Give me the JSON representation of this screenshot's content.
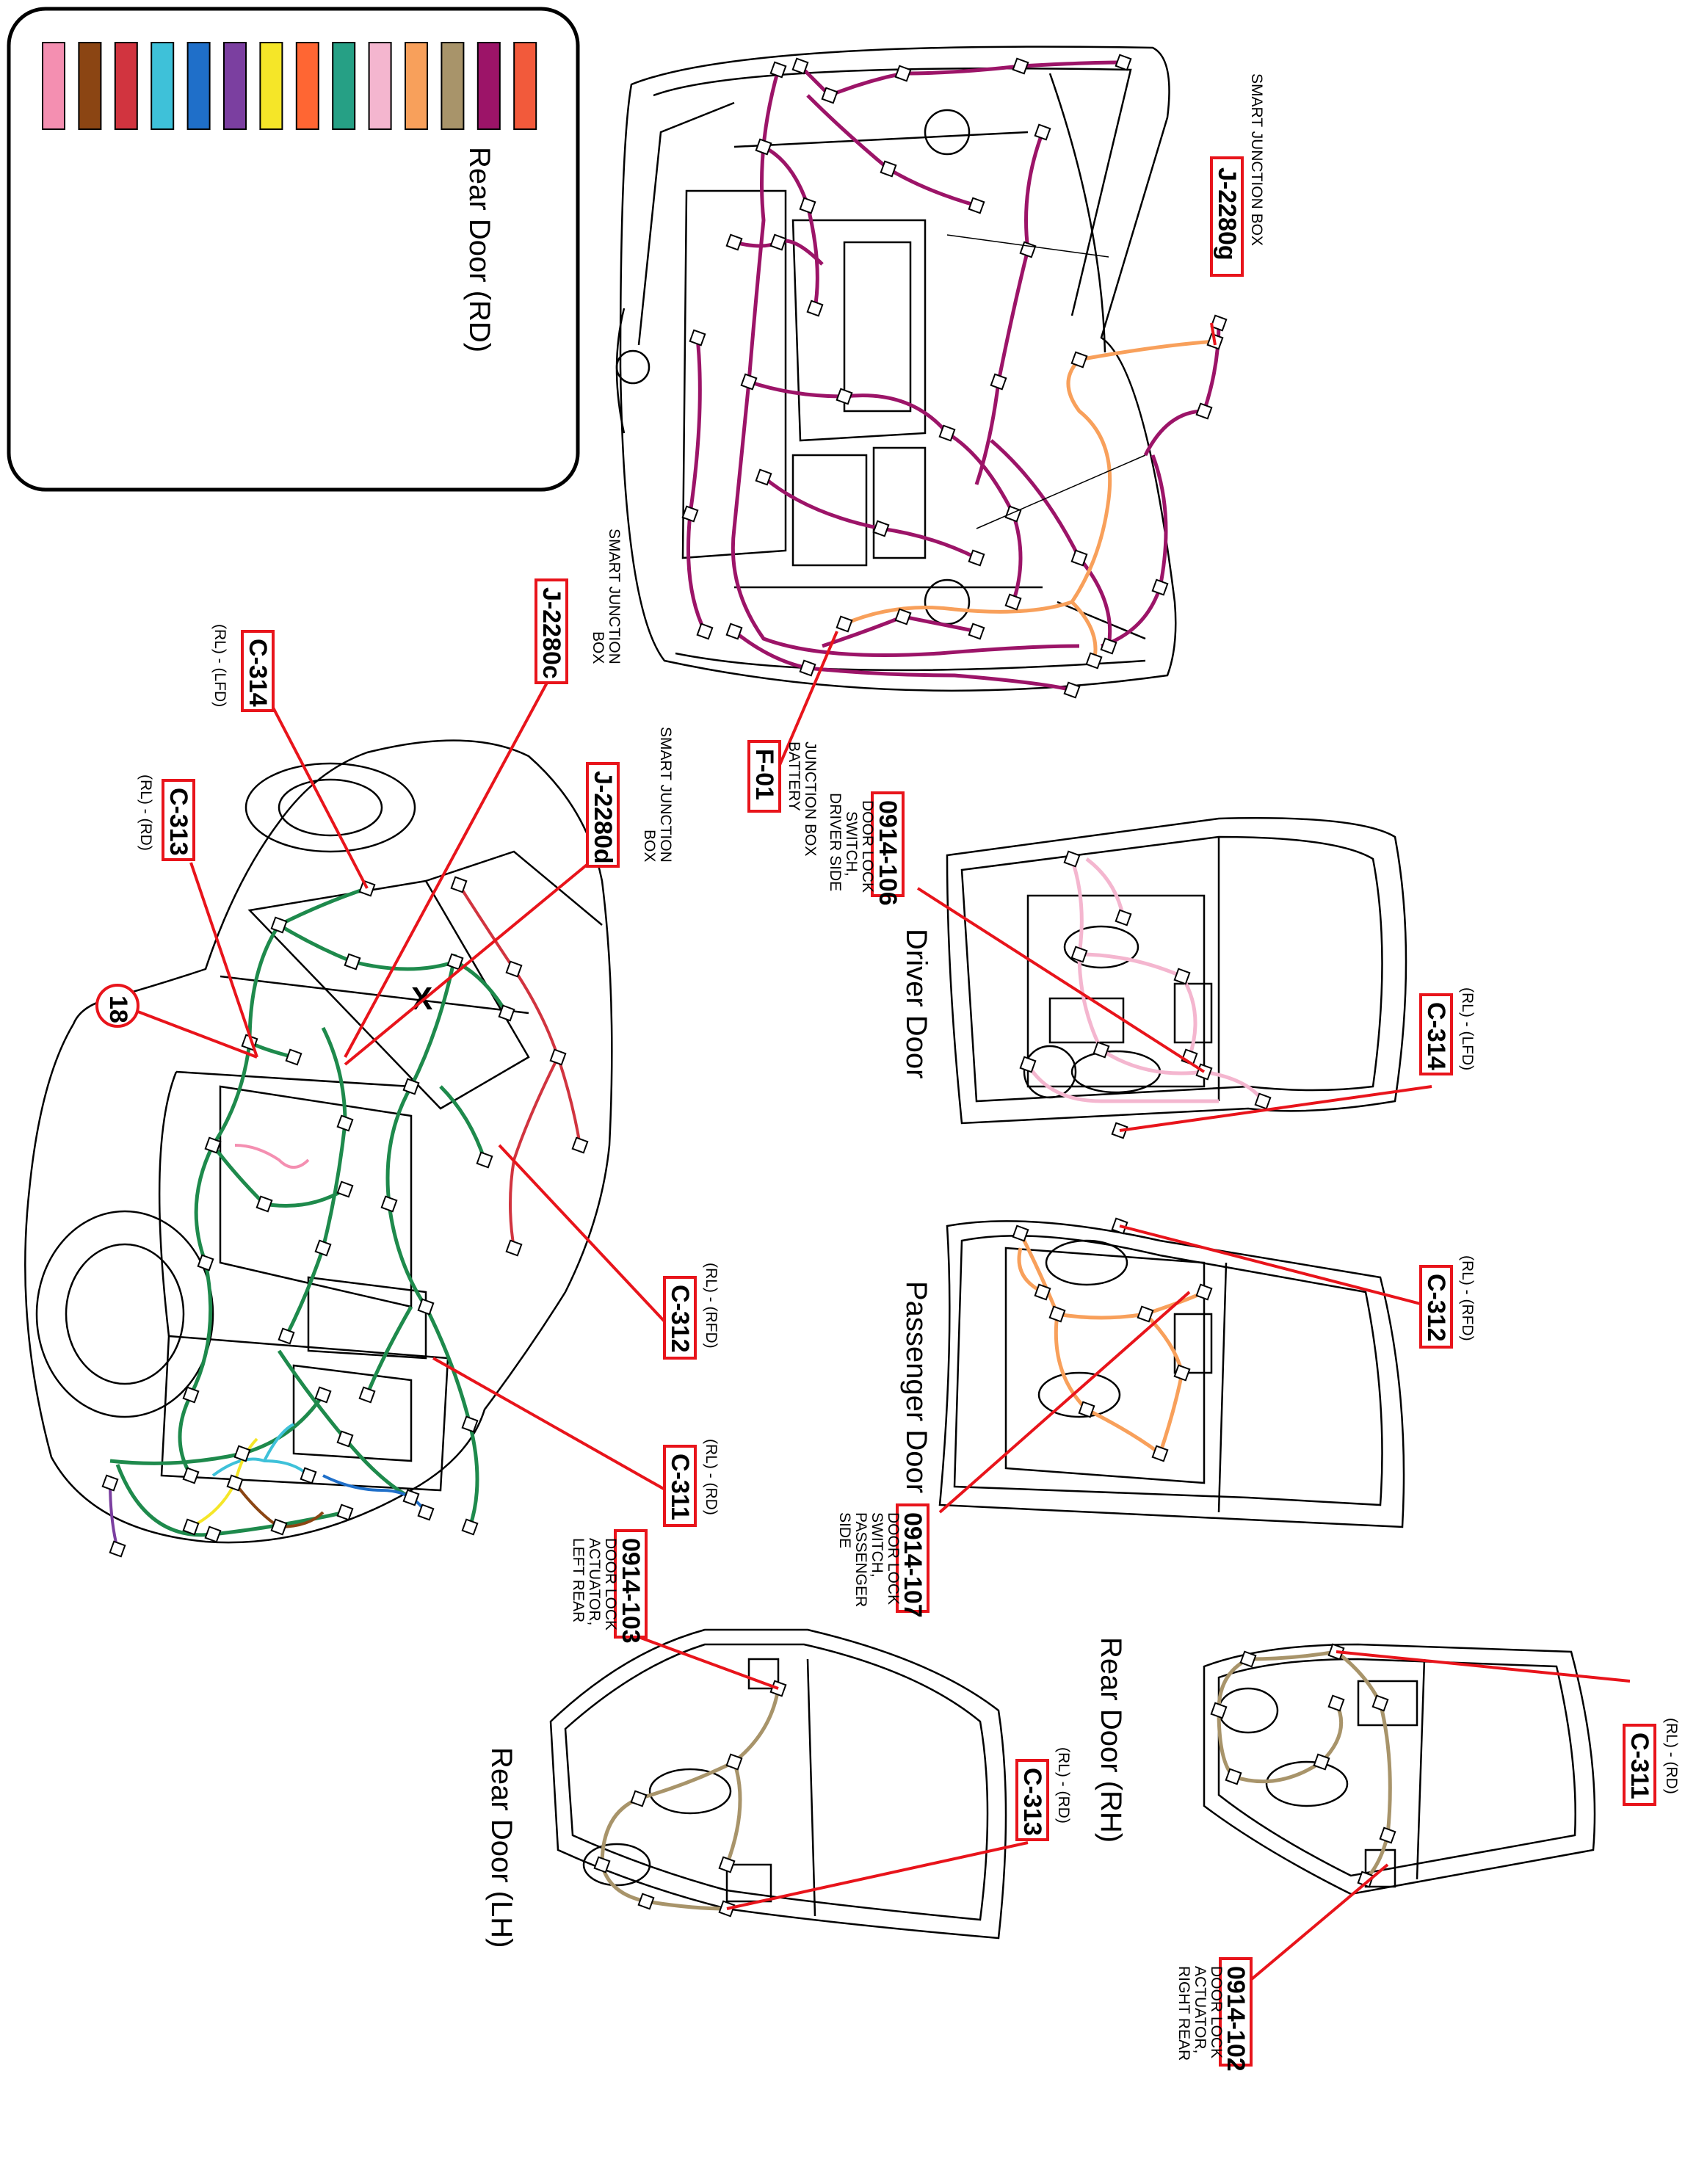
{
  "legend": {
    "swatches": [
      "#f48fb1",
      "#8b4513",
      "#d1343f",
      "#3ec1d9",
      "#1f6fc9",
      "#7b3fa0",
      "#f5e628",
      "#ff6633",
      "#26a085",
      "#f4b6cf",
      "#f8a05b",
      "#a8946a",
      "#9c1468",
      "#f25a3b"
    ],
    "caption": "Rear Door (RD)"
  },
  "callouts": {
    "j2280g": {
      "code": "J-2280g",
      "desc1": "SMART JUNCTION BOX",
      "desc2": ""
    },
    "j2280c": {
      "code": "J-2280c",
      "desc1": "SMART JUNCTION",
      "desc2": "BOX"
    },
    "j2280d": {
      "code": "J-2280d",
      "desc1": "SMART JUNCTION",
      "desc2": "BOX"
    },
    "f01": {
      "code": "F-01",
      "desc1": "BATTERY",
      "desc2": "JUNCTION BOX"
    },
    "c314a": {
      "code": "C-314",
      "desc1": "(RL) - (LFD)"
    },
    "c313a": {
      "code": "C-313",
      "desc1": "(RL) - (RD)"
    },
    "c312a": {
      "code": "C-312",
      "desc1": "(RL) - (RFD)"
    },
    "c311a": {
      "code": "C-311",
      "desc1": "(RL) - (RD)"
    },
    "c314b": {
      "code": "C-314",
      "desc1": "(RL) - (LFD)"
    },
    "c312b": {
      "code": "C-312",
      "desc1": "(RL) - (RFD)"
    },
    "c313b": {
      "code": "C-313",
      "desc1": "(RL) - (RD)"
    },
    "c311b": {
      "code": "C-311",
      "desc1": "(RL) - (RD)"
    },
    "d106": {
      "code": "0914-106",
      "desc1": "DOOR LOCK",
      "desc2": "SWITCH,",
      "desc3": "DRIVER SIDE"
    },
    "d107": {
      "code": "0914-107",
      "desc1": "DOOR LOCK",
      "desc2": "SWITCH,",
      "desc3": "PASSENGER",
      "desc4": "SIDE"
    },
    "d103": {
      "code": "0914-103",
      "desc1": "DOOR LOCK",
      "desc2": "ACTUATOR,",
      "desc3": "LEFT REAR"
    },
    "d102": {
      "code": "0914-102",
      "desc1": "DOOR LOCK",
      "desc2": "ACTUATOR,",
      "desc3": "RIGHT REAR"
    },
    "ground": {
      "code": "18"
    }
  },
  "titles": {
    "driver_door": "Driver Door",
    "passenger_door": "Passenger Door",
    "rear_door_lh": "Rear Door (LH)",
    "rear_door_rh": "Rear Door (RH)"
  },
  "colors": {
    "callout_red": "#e8141b",
    "harness_purple": "#9c1468",
    "harness_salmon": "#f8a05b",
    "harness_green": "#1e8a4c",
    "harness_pink": "#f4b6cf",
    "harness_orange": "#f8a05b",
    "harness_tan": "#a8946a",
    "harness_red": "#d1343f",
    "harness_cyan": "#3ec1d9",
    "harness_blue": "#1f6fc9",
    "harness_yellow": "#f5e628",
    "harness_brown": "#8b4513",
    "harness_violet": "#7b3fa0"
  }
}
